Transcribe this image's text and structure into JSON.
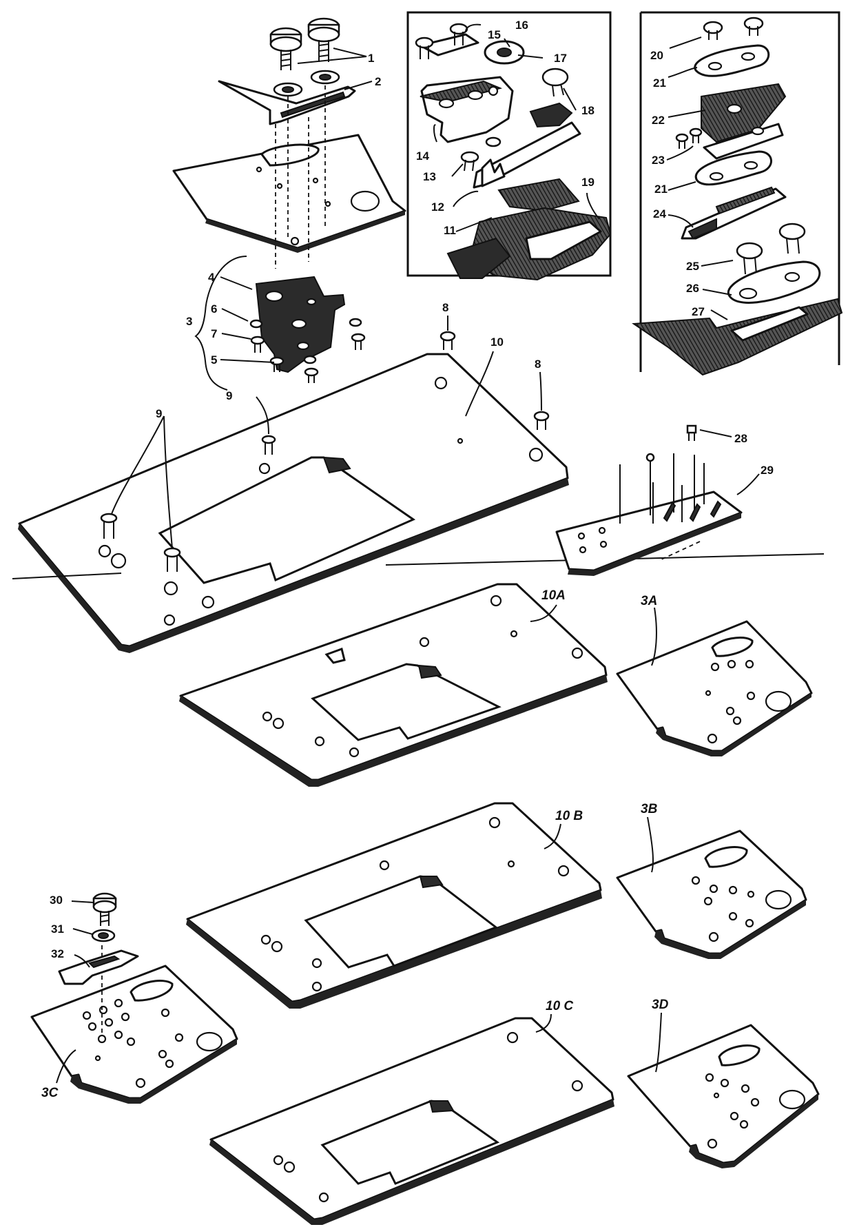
{
  "callouts": {
    "c1": "1",
    "c2": "2",
    "c3": "3",
    "c4": "4",
    "c5": "5",
    "c6": "6",
    "c7": "7",
    "c8a": "8",
    "c8b": "8",
    "c9a": "9",
    "c9b": "9",
    "c10": "10",
    "c11": "11",
    "c12": "12",
    "c13": "13",
    "c14": "14",
    "c15": "15",
    "c16": "16",
    "c17": "17",
    "c18": "18",
    "c19": "19",
    "c20": "20",
    "c21a": "21",
    "c21b": "21",
    "c22": "22",
    "c23": "23",
    "c24": "24",
    "c25": "25",
    "c26": "26",
    "c27": "27",
    "c28": "28",
    "c29": "29",
    "c30": "30",
    "c31": "31",
    "c32": "32",
    "c10A": "10A",
    "c10B": "10 B",
    "c10C": "10 C",
    "c3A": "3A",
    "c3B": "3B",
    "c3C": "3C",
    "c3D": "3D"
  }
}
